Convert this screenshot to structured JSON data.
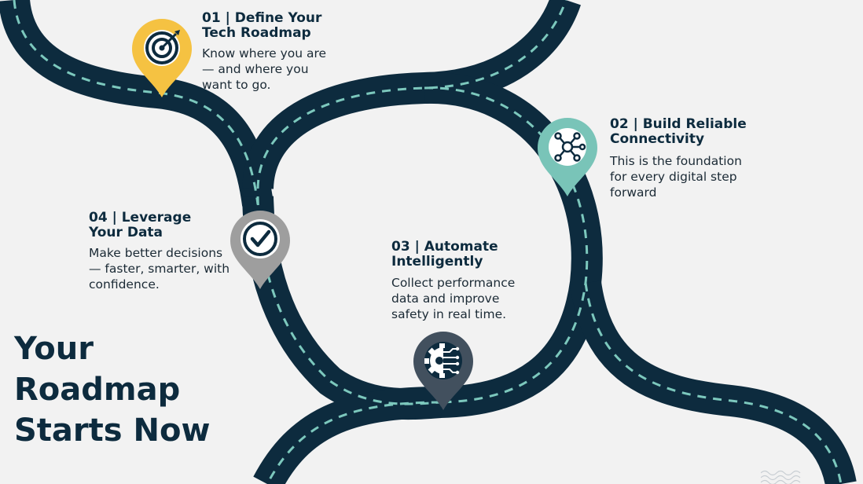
{
  "colors": {
    "background": "#f2f2f2",
    "road": "#0d2b3e",
    "dash": "#7cc8bd",
    "pin_step1": "#f5c242",
    "pin_step2": "#79c4b8",
    "pin_step3": "#42505e",
    "pin_step4": "#9e9e9e"
  },
  "steps": [
    {
      "title_line1": "01 | Define Your",
      "title_line2": "Tech Roadmap",
      "desc_lines": [
        "Know where you are",
        "— and where you",
        "want to go."
      ],
      "icon": "target-icon"
    },
    {
      "title_line1": "02 | Build Reliable",
      "title_line2": "Connectivity",
      "desc_lines": [
        "This is the foundation",
        "for every digital step",
        "forward"
      ],
      "icon": "network-icon"
    },
    {
      "title_line1": "03 | Automate",
      "title_line2": "Intelligently",
      "desc_lines": [
        "Collect performance",
        "data and improve",
        "safety in real time."
      ],
      "icon": "gear-circuit-icon"
    },
    {
      "title_line1": "04 | Leverage",
      "title_line2": "Your Data",
      "desc_lines": [
        "Make better decisions",
        "— faster, smarter, with",
        "confidence."
      ],
      "icon": "checkmark-icon"
    }
  ],
  "headline": {
    "line1": "Your",
    "line2": "Roadmap",
    "line3": "Starts Now"
  }
}
